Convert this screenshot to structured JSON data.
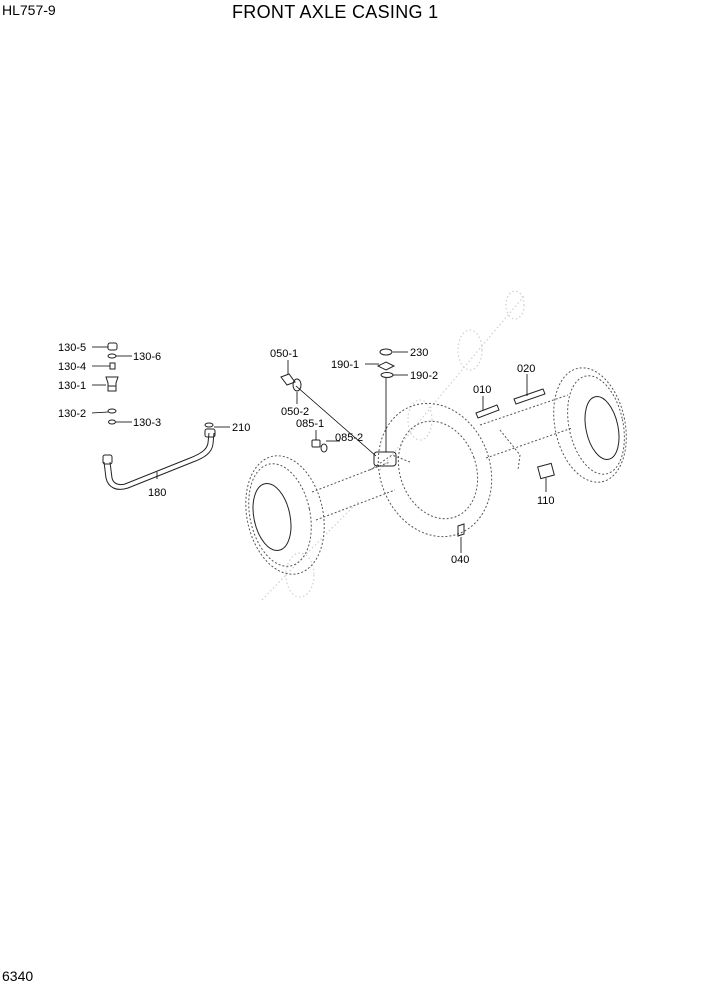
{
  "header": {
    "model": "HL757-9",
    "title": "FRONT AXLE CASING 1"
  },
  "footer": {
    "page_number": "6340"
  },
  "parts": {
    "p130_5": "130-5",
    "p130_6": "130-6",
    "p130_4": "130-4",
    "p130_1": "130-1",
    "p130_2": "130-2",
    "p130_3": "130-3",
    "p210": "210",
    "p180": "180",
    "p050_1": "050-1",
    "p050_2": "050-2",
    "p085_1": "085-1",
    "p085_2": "085-2",
    "p230": "230",
    "p190_1": "190-1",
    "p190_2": "190-2",
    "p010": "010",
    "p020": "020",
    "p110": "110",
    "p040": "040"
  }
}
